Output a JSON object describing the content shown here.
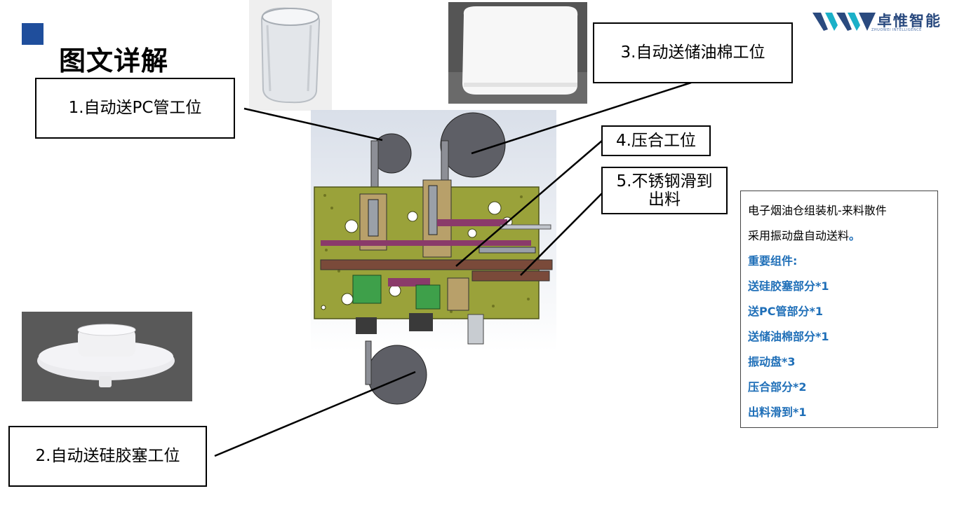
{
  "page": {
    "title": "图文详解"
  },
  "logo": {
    "name": "卓惟智能",
    "subtitle": "ZHUOWEI INTELLIGENCE",
    "color": "#2a4a7f"
  },
  "labels": {
    "pc_tube": "1.自动送PC管工位",
    "silicone_plug": "2.自动送硅胶塞工位",
    "oil_cotton": "3.自动送储油棉工位",
    "press": "4.压合工位",
    "slide_line1": "5.不锈钢滑到",
    "slide_line2": "出料"
  },
  "info": {
    "line1": "电子烟油仓组装机-来料散件",
    "line2": "采用振动盘自动送料",
    "line2_end": "。",
    "heading": "重要组件:",
    "items": [
      "送硅胶塞部分*1",
      "送PC管部分*1",
      "送储油棉部分*1",
      "振动盘*3",
      "压合部分*2",
      "出料滑到*1"
    ]
  },
  "colors": {
    "accent": "#1f4e9c",
    "info_blue": "#1f6fb8",
    "machine_base": "#9aa23a",
    "feeder_disc": "#5e5f66"
  }
}
